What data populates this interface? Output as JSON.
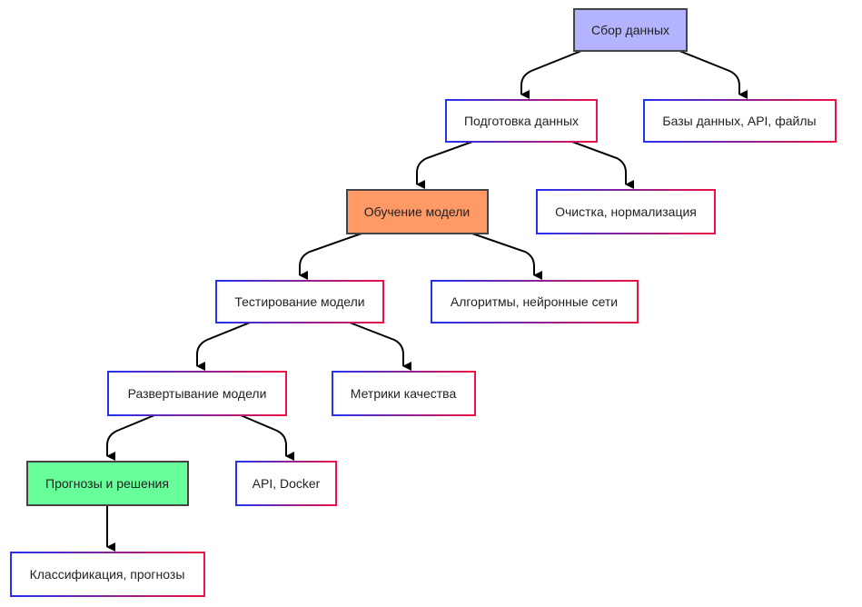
{
  "nodes": {
    "sbor": {
      "label": "Сбор данных",
      "fill": "#b3b3ff"
    },
    "podgotovka": {
      "label": "Подготовка данных"
    },
    "bazy": {
      "label": "Базы данных, API, файлы"
    },
    "obuchenie": {
      "label": "Обучение модели",
      "fill": "#ff9966"
    },
    "ochistka": {
      "label": "Очистка, нормализация"
    },
    "testirovanie": {
      "label": "Тестирование модели"
    },
    "algoritmy": {
      "label": "Алгоритмы, нейронные сети"
    },
    "razvertyvanie": {
      "label": "Развертывание модели"
    },
    "metriki": {
      "label": "Метрики качества"
    },
    "prognozy": {
      "label": "Прогнозы и решения",
      "fill": "#66ff99"
    },
    "api_docker": {
      "label": "API, Docker"
    },
    "klassifikaciya": {
      "label": "Классификация, прогнозы"
    }
  },
  "edges": [
    {
      "from": "sbor",
      "to": "podgotovka"
    },
    {
      "from": "sbor",
      "to": "bazy"
    },
    {
      "from": "podgotovka",
      "to": "obuchenie"
    },
    {
      "from": "podgotovka",
      "to": "ochistka"
    },
    {
      "from": "obuchenie",
      "to": "testirovanie"
    },
    {
      "from": "obuchenie",
      "to": "algoritmy"
    },
    {
      "from": "testirovanie",
      "to": "razvertyvanie"
    },
    {
      "from": "testirovanie",
      "to": "metriki"
    },
    {
      "from": "razvertyvanie",
      "to": "prognozy"
    },
    {
      "from": "razvertyvanie",
      "to": "api_docker"
    },
    {
      "from": "prognozy",
      "to": "klassifikaciya"
    }
  ],
  "colors": {
    "gradient_start": "#2233ee",
    "gradient_end": "#ee1144",
    "solid_border": "#444444",
    "edge": "#000000"
  }
}
